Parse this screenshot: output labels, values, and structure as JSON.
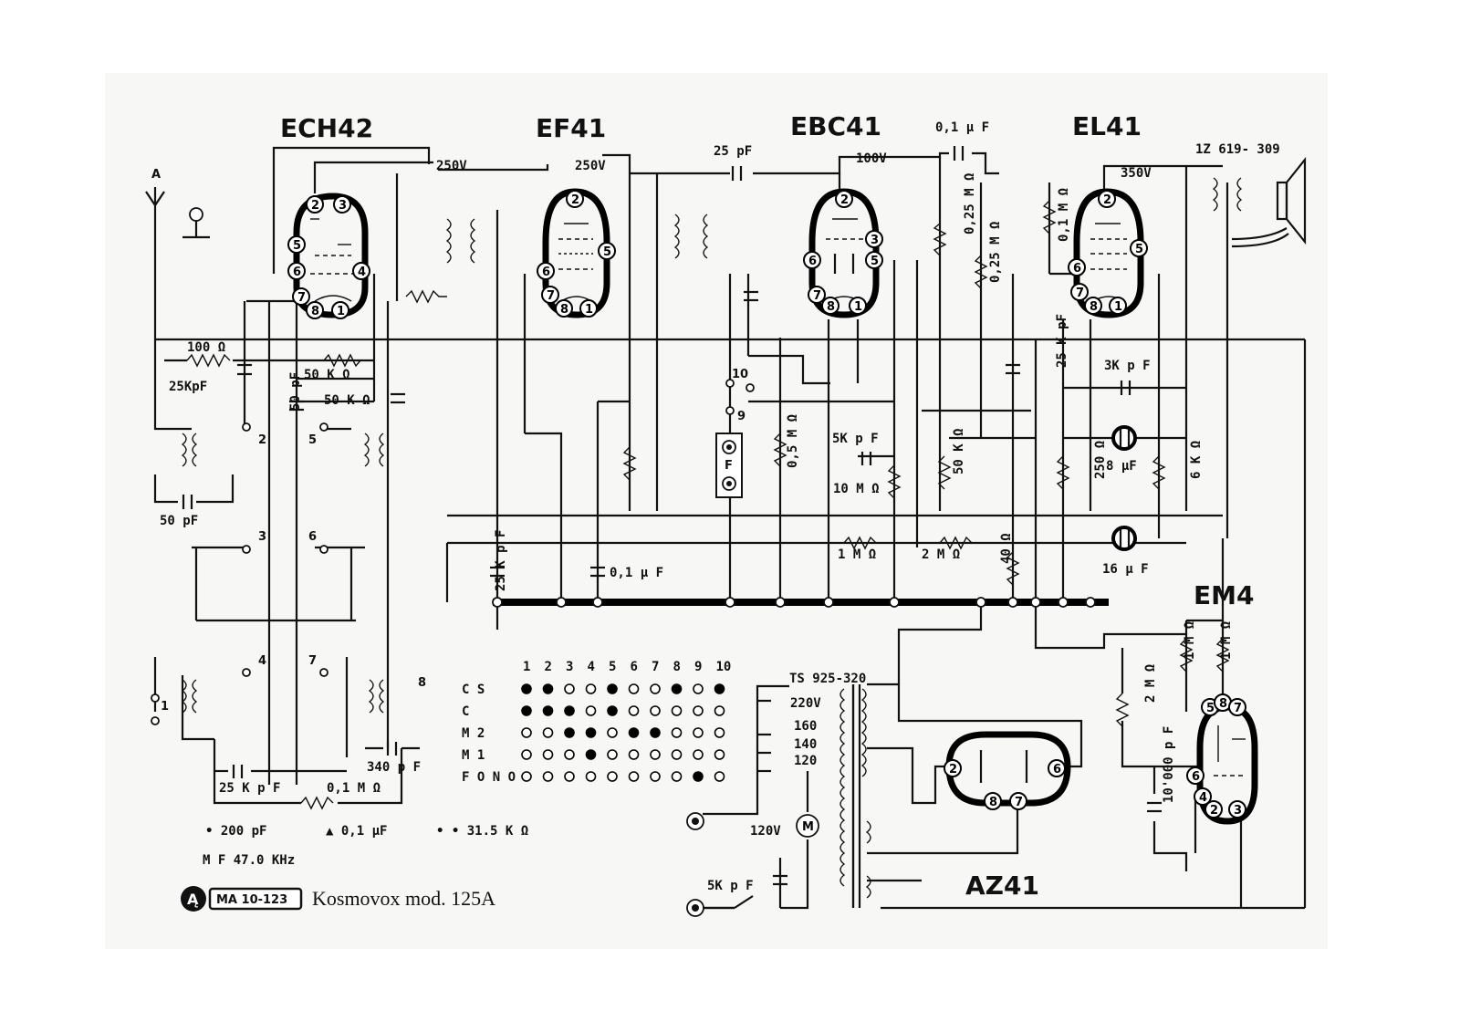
{
  "title": "Kosmovox mod. 125A",
  "badge": "MA 10-123",
  "tubes": [
    "ECH42",
    "EF41",
    "EBC41",
    "EL41",
    "EM4",
    "AZ41"
  ],
  "voltages": [
    "250V",
    "250V",
    "100V",
    "350V",
    "220V",
    "160",
    "140",
    "120",
    "120V"
  ],
  "output_transformer": "1Z 619- 309",
  "mains_transformer": "TS 925-320",
  "components": {
    "r100": "100 Ω",
    "c25k_a": "25KpF",
    "r50k_a": "50 K Ω",
    "r50k_b": "50 K Ω",
    "c50p_v": "50 pF",
    "c50p": "50 pF",
    "c25p": "25 pF",
    "c01u_top": "0,1 μ F",
    "r025_a": "0,25 M Ω",
    "r025_b": "0,25 M Ω",
    "r01m": "0,1 M Ω",
    "c25k_b": "25 K pF",
    "c3k": "3K p F",
    "c8u": "8 μF",
    "c16u": "16 μ F",
    "r6k": "6 K Ω",
    "r250": "250 Ω",
    "r50k_c": "50 K Ω",
    "c5k": "5K p F",
    "r10m": "10 M Ω",
    "r05m": "0,5 M Ω",
    "r1m": "1 M Ω",
    "r2m": "2 M Ω",
    "r40": "40 Ω",
    "c01u_mid": "0,1 μ F",
    "c25k_c": "25 K p F",
    "c340": "340 p F",
    "c25k_d": "25 K p F",
    "r01m_b": "0,1 M Ω",
    "r1m_a": "1 M Ω",
    "r1m_b": "1 M Ω",
    "r2m_em": "2 M Ω",
    "c10000": "10'000 p F",
    "c5k_mains": "5K p F"
  },
  "legend": {
    "dot": "• 200 pF",
    "tri": "▲ 0,1 μF",
    "dd": "• • 31.5 K Ω",
    "mf": "M F 47.0 KHz"
  },
  "switch_table": {
    "columns": [
      "1",
      "2",
      "3",
      "4",
      "5",
      "6",
      "7",
      "8",
      "9",
      "10"
    ],
    "rows": [
      {
        "label": "C S",
        "pattern": [
          1,
          1,
          0,
          0,
          1,
          0,
          0,
          1,
          0,
          1
        ]
      },
      {
        "label": "C",
        "pattern": [
          1,
          1,
          1,
          0,
          1,
          0,
          0,
          0,
          0,
          0
        ]
      },
      {
        "label": "M 2",
        "pattern": [
          0,
          0,
          1,
          1,
          0,
          1,
          1,
          0,
          0,
          0
        ]
      },
      {
        "label": "M 1",
        "pattern": [
          0,
          0,
          0,
          1,
          0,
          0,
          0,
          0,
          0,
          0
        ]
      },
      {
        "label": "F O N O",
        "pattern": [
          0,
          0,
          0,
          0,
          0,
          0,
          0,
          0,
          1,
          0
        ]
      }
    ]
  },
  "band_numbers": [
    "1",
    "2",
    "3",
    "4",
    "5",
    "6",
    "7",
    "8",
    "9",
    "10"
  ],
  "terminals": [
    "A",
    "F",
    "F"
  ]
}
